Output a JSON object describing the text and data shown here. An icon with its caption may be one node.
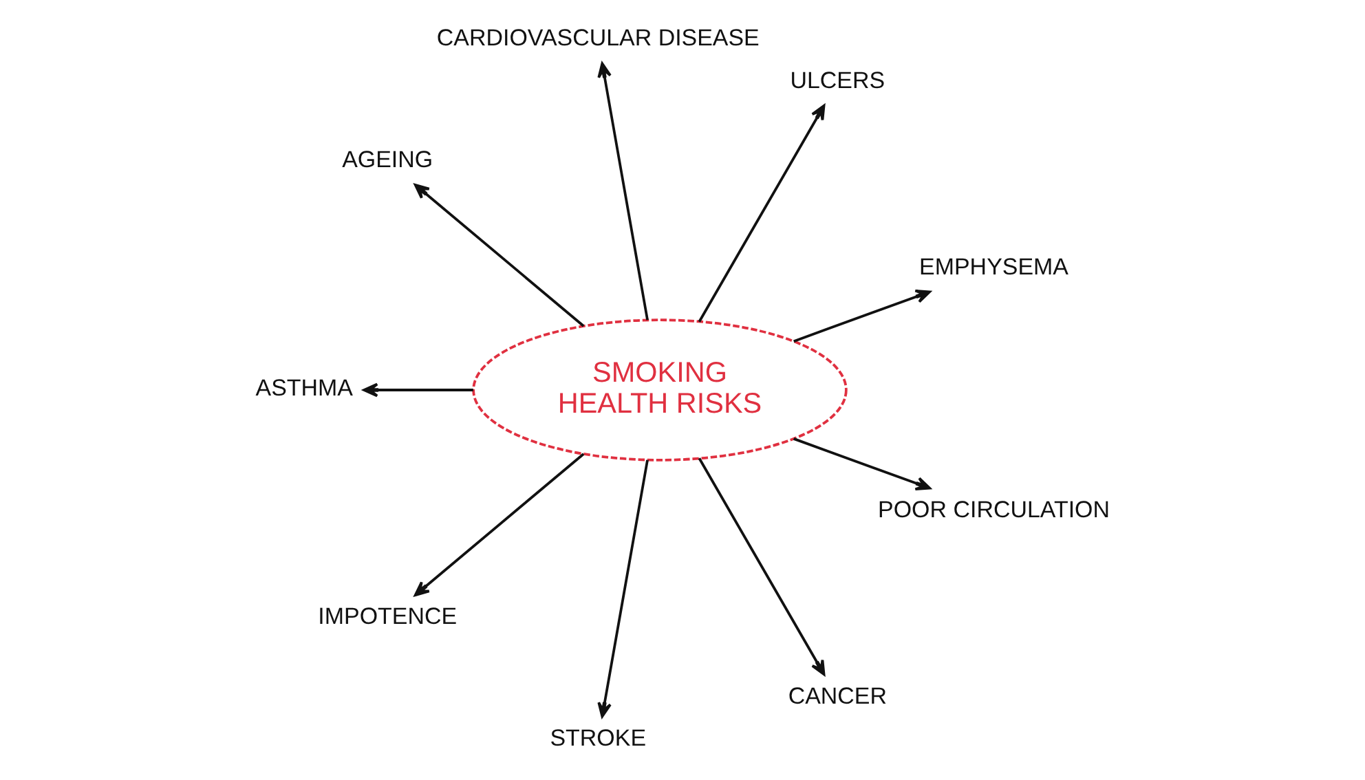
{
  "diagram": {
    "nodes": [
      {
        "text": [
          "SMOKING",
          "HEALTH RISKS"
        ]
      },
      {
        "text": [
          "EMPHYSEMA"
        ]
      },
      {
        "text": [
          "ULCERS"
        ]
      },
      {
        "text": [
          "CARDIOVASCULAR DISEASE"
        ]
      },
      {
        "text": [
          "AGEING"
        ]
      },
      {
        "text": [
          "ASTHMA"
        ]
      },
      {
        "text": [
          "IMPOTENCE"
        ]
      },
      {
        "text": [
          "STROKE"
        ]
      },
      {
        "text": [
          "CANCER"
        ]
      },
      {
        "text": [
          "POOR CIRCULATION"
        ]
      }
    ],
    "edges": [
      {
        "from": 0,
        "to": 1,
        "arrow": "to"
      },
      {
        "from": 0,
        "to": 2,
        "arrow": "to"
      },
      {
        "from": 0,
        "to": 3,
        "arrow": "to"
      },
      {
        "from": 0,
        "to": 4,
        "arrow": "to"
      },
      {
        "from": 0,
        "to": 5,
        "arrow": "to"
      },
      {
        "from": 0,
        "to": 6,
        "arrow": "to"
      },
      {
        "from": 0,
        "to": 7,
        "arrow": "to"
      },
      {
        "from": 0,
        "to": 8,
        "arrow": "to"
      },
      {
        "from": 0,
        "to": 9,
        "arrow": "to"
      }
    ]
  }
}
